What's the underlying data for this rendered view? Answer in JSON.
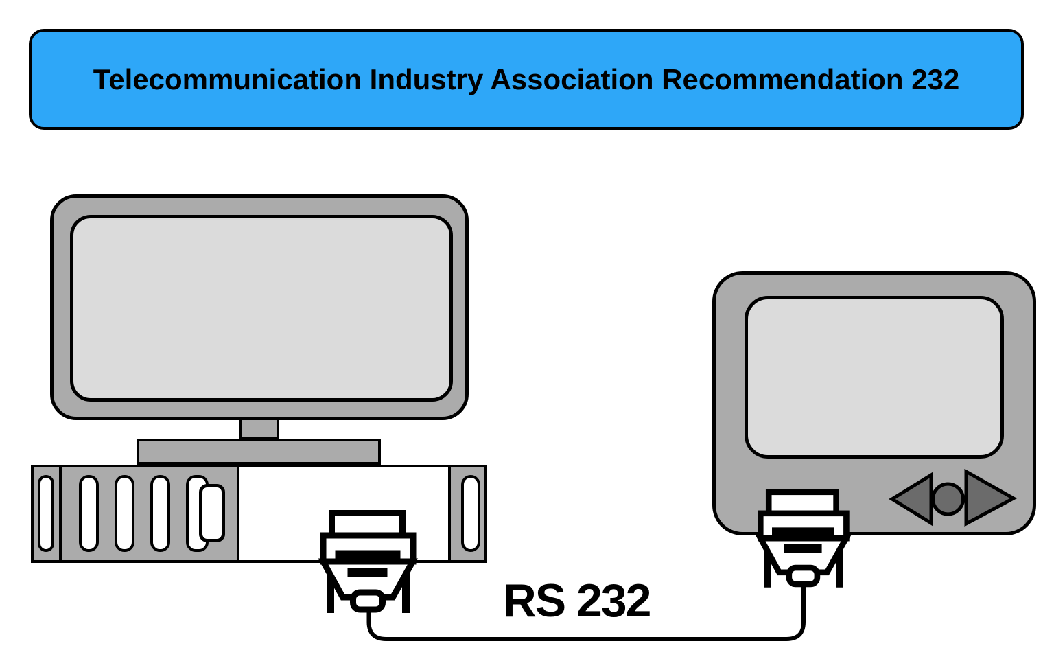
{
  "banner": {
    "title": "Telecommunication Industry Association Recommendation 232",
    "background_color": "#2EA7F8",
    "border_color": "#000000",
    "text_color": "#000000"
  },
  "diagram": {
    "cable_label": "RS 232",
    "left_device": "desktop-computer",
    "right_device": "portable-pager-terminal",
    "connector_type": "db9-serial-connector",
    "colors": {
      "device_body": "#ABABAB",
      "device_screen": "#DBDBDB",
      "nav_button_fill": "#6B6B6B",
      "outline": "#000000",
      "canvas_background": "#FFFFFF"
    }
  }
}
